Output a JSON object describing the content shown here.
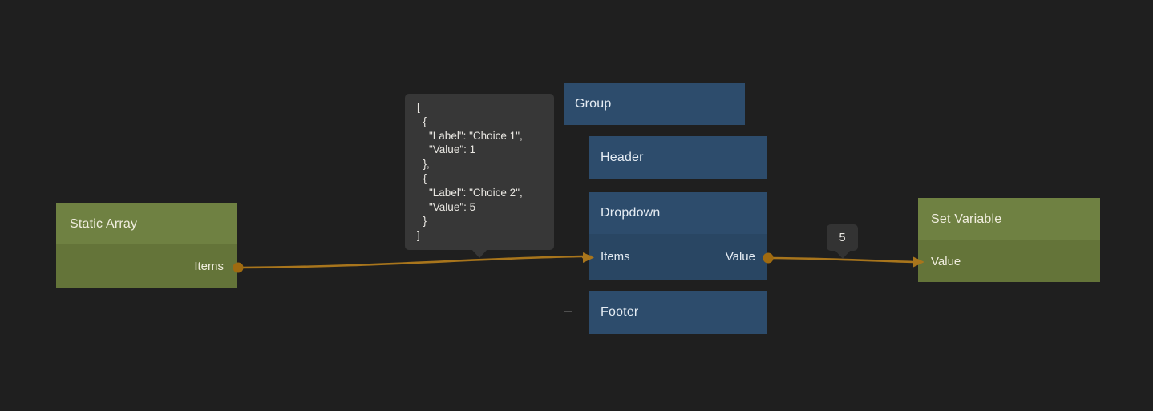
{
  "nodes": {
    "static_array": {
      "title": "Static Array",
      "output_label": "Items"
    },
    "group": {
      "title": "Group"
    },
    "header": {
      "title": "Header"
    },
    "dropdown": {
      "title": "Dropdown",
      "input_label": "Items",
      "output_label": "Value"
    },
    "footer": {
      "title": "Footer"
    },
    "set_variable": {
      "title": "Set Variable",
      "input_label": "Value"
    }
  },
  "tooltips": {
    "array_preview": {
      "lines": [
        "[",
        "  {",
        "    \"Label\": \"Choice 1\",",
        "    \"Value\": 1",
        "  },",
        "  {",
        "    \"Label\": \"Choice 2\",",
        "    \"Value\": 5",
        "  }",
        "]"
      ]
    },
    "value_preview": {
      "text": "5"
    }
  },
  "colors": {
    "background": "#1f1f1f",
    "green_header": "#6f8142",
    "green_body": "#647439",
    "blue_header": "#2d4c6c",
    "blue_body": "#294663",
    "wire": "#a8751c",
    "port_dot": "#9f6a10",
    "tooltip_bg": "#373737",
    "tree_line": "#4f4f4f"
  }
}
